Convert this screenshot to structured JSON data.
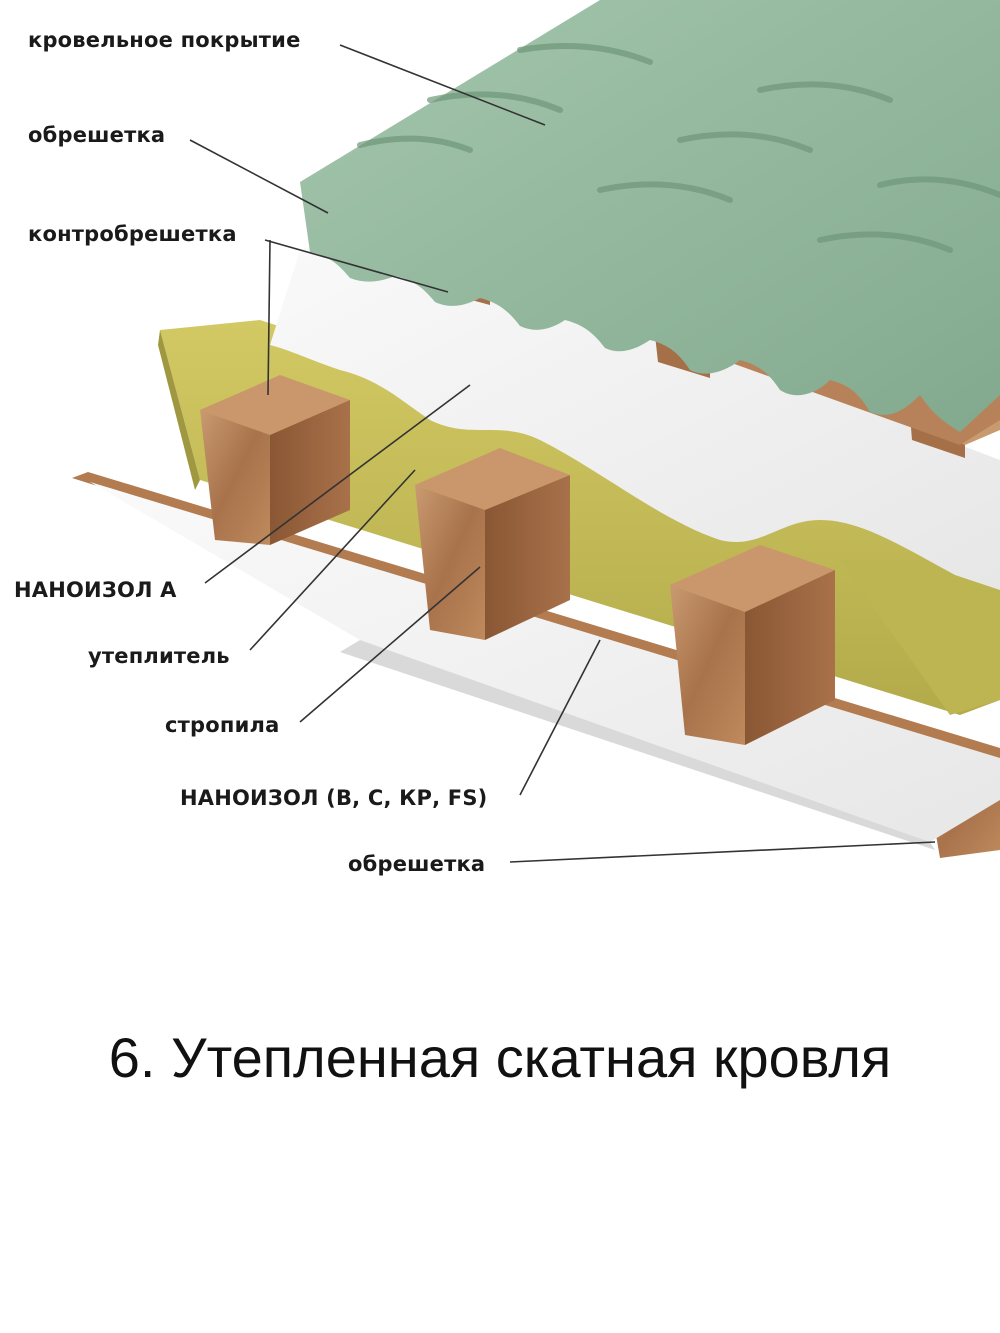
{
  "labels": {
    "roofing": "кровельное покрытие",
    "batten_top": "обрешетка",
    "counter_batten": "контробрешетка",
    "nanoizol_a": "НАНОИЗОЛ А",
    "insulation": "утеплитель",
    "rafters": "стропила",
    "nanoizol_b": "НАНОИЗОЛ (В, С, КР, FS)",
    "batten_bottom": "обрешетка"
  },
  "title": "6. Утепленная скатная кровля",
  "colors": {
    "roof_tile": "#8fb39a",
    "roof_tile_shade": "#6f9579",
    "wood_light": "#c8946a",
    "wood_dark": "#9a6540",
    "insulation": "#c9c15a",
    "insulation_dark": "#a7a044",
    "membrane": "#f3f4f3",
    "leader_line": "#333333"
  }
}
